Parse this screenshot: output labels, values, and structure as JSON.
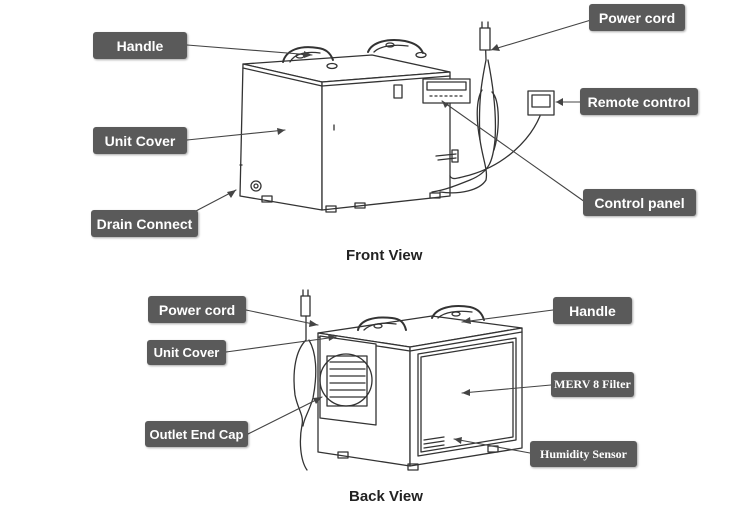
{
  "front": {
    "title": "Front View",
    "labels": {
      "handle": "Handle",
      "unit_cover": "Unit Cover",
      "drain_connect": "Drain Connect",
      "power_cord": "Power cord",
      "remote_control": "Remote control",
      "control_panel": "Control panel"
    }
  },
  "back": {
    "title": "Back View",
    "labels": {
      "power_cord": "Power cord",
      "unit_cover": "Unit Cover",
      "outlet_end_cap": "Outlet End Cap",
      "handle": "Handle",
      "merv_filter": "MERV 8 Filter",
      "humidity_sensor": "Humidity Sensor"
    }
  },
  "colors": {
    "callout_bg": "#5a5a5a",
    "callout_text": "#ffffff",
    "line": "#333333"
  }
}
